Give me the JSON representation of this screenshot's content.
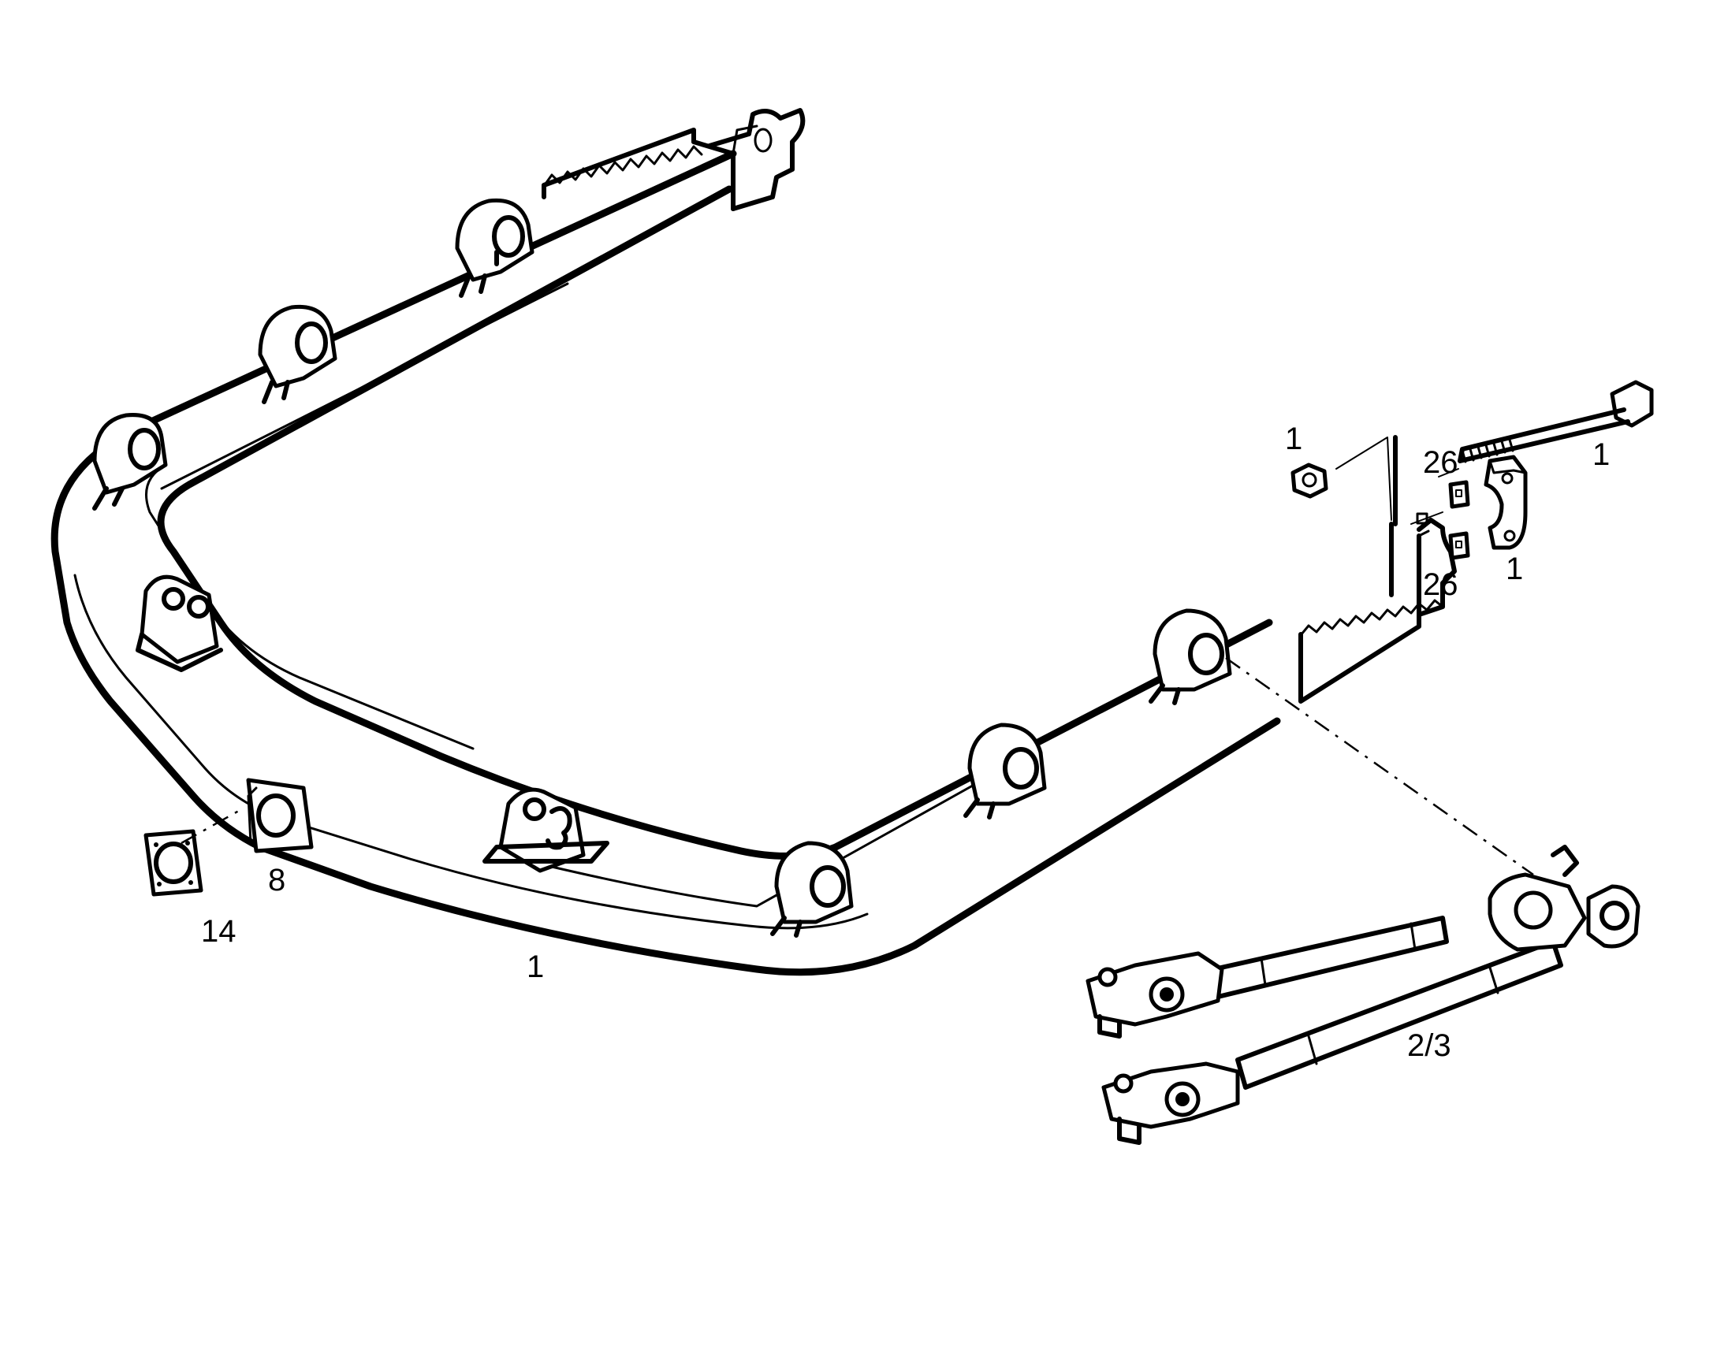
{
  "callouts": [
    {
      "id": "frame",
      "text": "1"
    },
    {
      "id": "nut",
      "text": "1"
    },
    {
      "id": "bolt",
      "text": "1"
    },
    {
      "id": "clamp",
      "text": "1"
    },
    {
      "id": "shim-top",
      "text": "26"
    },
    {
      "id": "shim-bottom",
      "text": "26"
    },
    {
      "id": "cover",
      "text": "8"
    },
    {
      "id": "gasket",
      "text": "14"
    },
    {
      "id": "linkage",
      "text": "2/3"
    }
  ],
  "colors": {
    "ink": "#000000",
    "paper": "#ffffff"
  }
}
